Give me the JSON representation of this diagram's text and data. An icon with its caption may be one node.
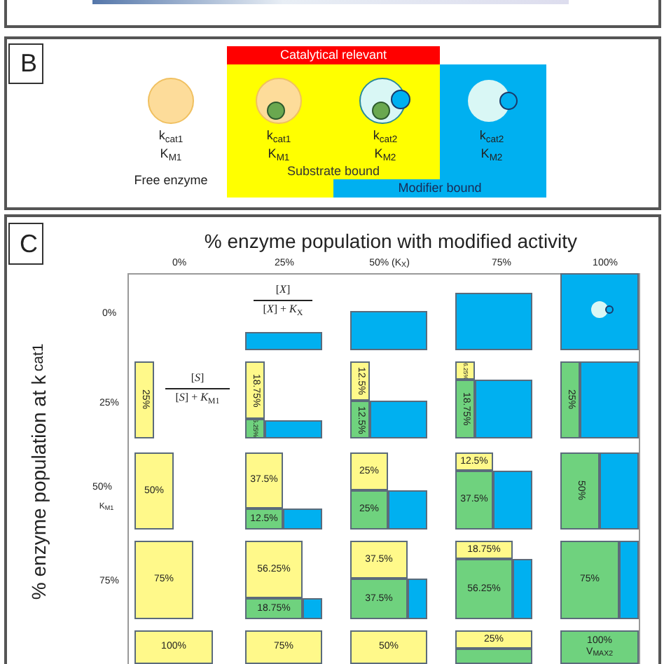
{
  "diagram": {
    "nodes": [
      {
        "text": [
          "B"
        ]
      },
      {
        "text": [
          "Catalytical relevant"
        ]
      },
      {
        "text": [
          "Substrate bound"
        ]
      },
      {
        "text": [
          "Modifier bound"
        ]
      },
      {
        "text": [
          "C"
        ]
      },
      {
        "text": [],
        "shape": "bar"
      },
      {
        "text": [],
        "shape": "bar"
      },
      {
        "text": [],
        "shape": "bar"
      },
      {
        "text": [],
        "shape": "bar"
      },
      {
        "text": [
          "25%"
        ]
      },
      {
        "text": [
          "18.75%"
        ]
      },
      {
        "text": [
          "6.25%"
        ]
      },
      {
        "text": [],
        "shape": "bar"
      },
      {
        "text": [
          "12.5%"
        ]
      },
      {
        "text": [
          "12.5%"
        ]
      },
      {
        "text": [],
        "shape": "bar"
      },
      {
        "text": [
          "6.25%"
        ]
      },
      {
        "text": [
          "18.75%"
        ]
      },
      {
        "text": [],
        "shape": "bar"
      },
      {
        "text": [
          "25%"
        ]
      },
      {
        "text": [],
        "shape": "bar"
      },
      {
        "text": [
          "50%"
        ]
      },
      {
        "text": [
          "37.5%"
        ]
      },
      {
        "text": [
          "12.5%"
        ]
      },
      {
        "text": [],
        "shape": "bar"
      },
      {
        "text": [
          "25%"
        ]
      },
      {
        "text": [
          "25%"
        ]
      },
      {
        "text": [],
        "shape": "bar"
      },
      {
        "text": [
          "12.5%"
        ]
      },
      {
        "text": [
          "37.5%"
        ]
      },
      {
        "text": [],
        "shape": "bar"
      },
      {
        "text": [
          "50%"
        ]
      },
      {
        "text": [],
        "shape": "bar"
      },
      {
        "text": [
          "75%"
        ]
      },
      {
        "text": [
          "56.25%"
        ]
      },
      {
        "text": [
          "18.75%"
        ]
      },
      {
        "text": [],
        "shape": "bar"
      },
      {
        "text": [
          "37.5%"
        ]
      },
      {
        "text": [
          "37.5%"
        ]
      },
      {
        "text": [],
        "shape": "bar"
      },
      {
        "text": [
          "18.75%"
        ]
      },
      {
        "text": [
          "56.25%"
        ]
      },
      {
        "text": [],
        "shape": "bar"
      },
      {
        "text": [
          "75%"
        ]
      },
      {
        "text": [],
        "shape": "bar"
      },
      {
        "text": [
          "100%"
        ]
      },
      {
        "text": [
          "75%"
        ]
      },
      {
        "text": [
          "50%"
        ]
      },
      {
        "text": [
          "25%"
        ]
      },
      {
        "text": [],
        "shape": "bar"
      },
      {
        "text": [
          "100%",
          "V$_{MAX2}$"
        ]
      }
    ],
    "labels": [
      "k$_{cat1}$",
      "K$_{M1}$",
      "Free enzyme",
      "k$_{cat1}$",
      "K$_{M1}$",
      "k$_{cat2}$",
      "K$_{M2}$",
      "k$_{cat2}$",
      "K$_{M2}$",
      "% enzyme population with modified activity",
      "0%",
      "25%",
      "50% (K$_{X}$)",
      "75%",
      "100%",
      "% enzyme population at k$_{cat1}$",
      "[*X*]",
      "0%",
      "[*X*] + *K*$_{X}$",
      "[*S*]",
      "25%",
      "[*S*] + *K*$_{M1}$",
      "50%",
      "K$_{M1}$",
      "75%"
    ]
  }
}
